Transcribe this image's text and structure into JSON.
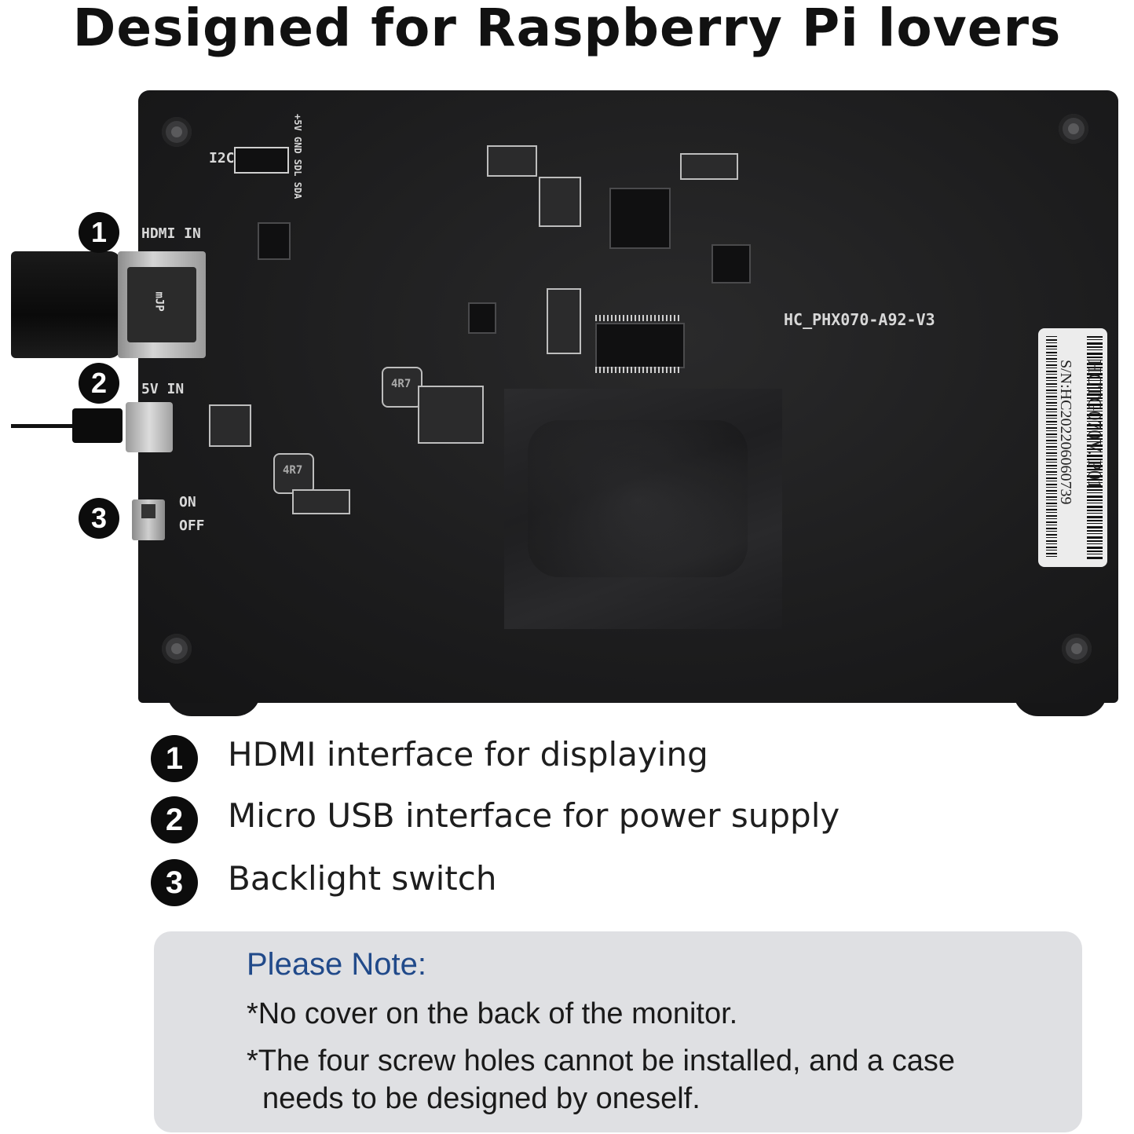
{
  "headline": "Designed for Raspberry Pi lovers",
  "board": {
    "silk_i2c": "I2C",
    "silk_pins": "+5V GND SDL SDA",
    "silk_hdmi": "HDMI IN",
    "silk_5v": "5V IN",
    "silk_on": "ON",
    "silk_off": "OFF",
    "silk_model": "HC_PHX070-A92-V3",
    "sticker_model": "HCTG070V. P01",
    "sticker_serial": "S/N:HC202206060739",
    "hdmi_plug_text": "mJP",
    "inductor_1": "4R7",
    "inductor_2": "4R7"
  },
  "callouts": [
    "1",
    "2",
    "3"
  ],
  "features": [
    {
      "num": "1",
      "text": "HDMI interface for displaying"
    },
    {
      "num": "2",
      "text": "Micro USB interface for power supply"
    },
    {
      "num": "3",
      "text": "Backlight switch"
    }
  ],
  "note": {
    "title": "Please Note:",
    "lines": [
      "*No cover on the back of the monitor.",
      "*The four screw holes cannot be installed, and a case",
      "needs to be designed by oneself."
    ]
  },
  "colors": {
    "note_title": "#214a8a",
    "note_bg": "#dfe0e3",
    "board": "#1c1c1d"
  }
}
